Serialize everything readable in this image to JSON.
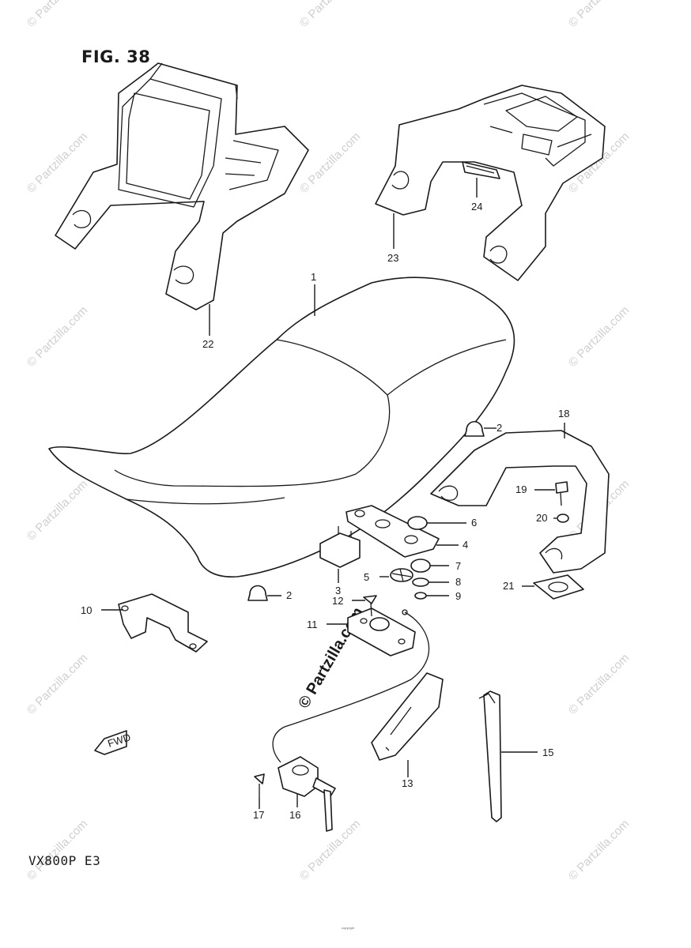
{
  "figure": {
    "title": "FIG. 38",
    "model": "VX800P E3",
    "watermark": "© Partzilla.com",
    "copyright": "copyright"
  },
  "callouts": [
    {
      "id": "c1",
      "text": "1"
    },
    {
      "id": "c2a",
      "text": "2"
    },
    {
      "id": "c2b",
      "text": "2"
    },
    {
      "id": "c3",
      "text": "3"
    },
    {
      "id": "c4",
      "text": "4"
    },
    {
      "id": "c5",
      "text": "5"
    },
    {
      "id": "c6",
      "text": "6"
    },
    {
      "id": "c7",
      "text": "7"
    },
    {
      "id": "c8",
      "text": "8"
    },
    {
      "id": "c9",
      "text": "9"
    },
    {
      "id": "c10",
      "text": "10"
    },
    {
      "id": "c11",
      "text": "11"
    },
    {
      "id": "c12",
      "text": "12"
    },
    {
      "id": "c13",
      "text": "13"
    },
    {
      "id": "c15",
      "text": "15"
    },
    {
      "id": "c16",
      "text": "16"
    },
    {
      "id": "c17",
      "text": "17"
    },
    {
      "id": "c18",
      "text": "18"
    },
    {
      "id": "c19",
      "text": "19"
    },
    {
      "id": "c20",
      "text": "20"
    },
    {
      "id": "c21",
      "text": "21"
    },
    {
      "id": "c22",
      "text": "22"
    },
    {
      "id": "c23",
      "text": "23"
    },
    {
      "id": "c24",
      "text": "24"
    }
  ],
  "fwd_label": "FWD",
  "colors": {
    "line": "#1a1a1a",
    "watermark": "#cfcfcf",
    "paper": "#ffffff"
  }
}
